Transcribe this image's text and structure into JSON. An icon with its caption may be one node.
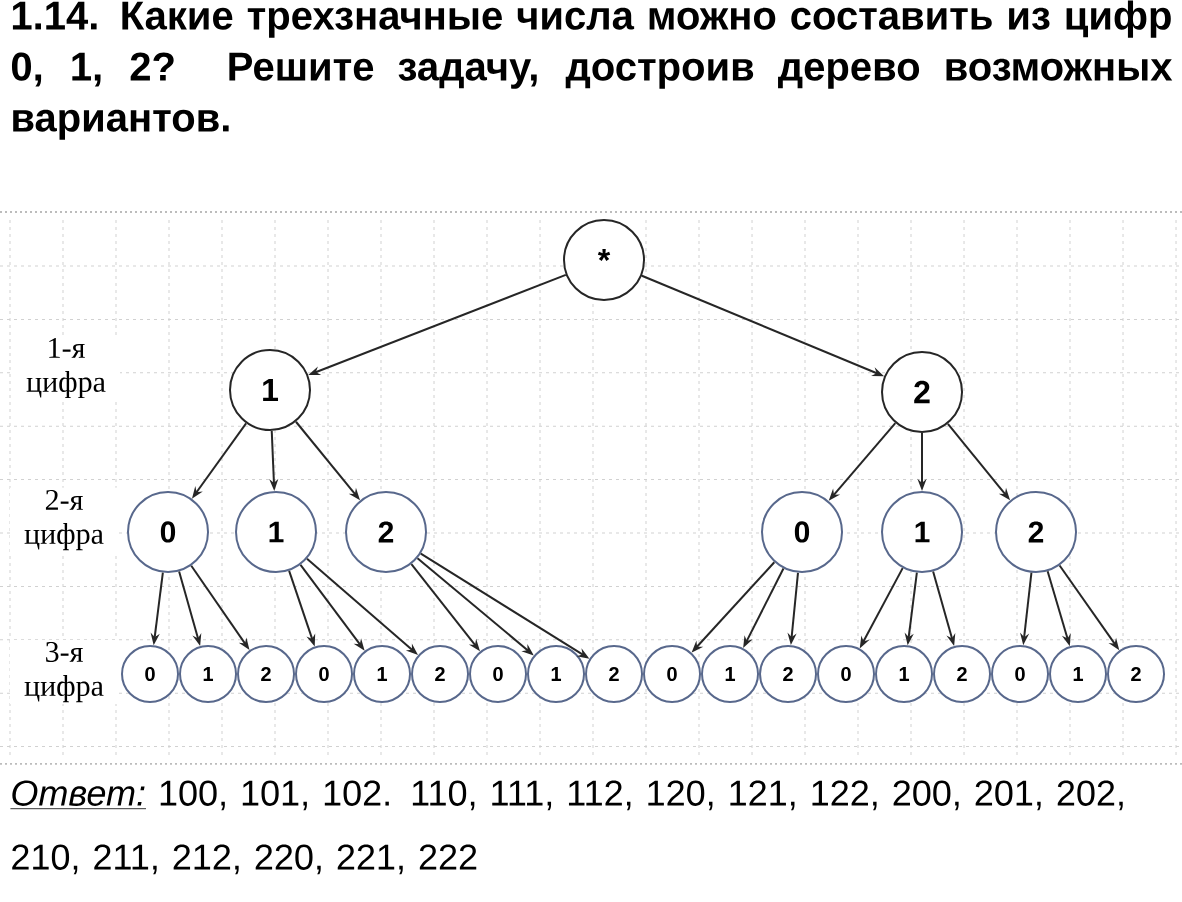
{
  "diagram": {
    "title": "1.14. Какие трехзначные числа можно составить из цифр 0, 1, 2? Решите задачу, достроив дерево возможных вариантов.",
    "nodes": [
      {
        "text": [
          "*"
        ]
      },
      {
        "text": [
          "1"
        ]
      },
      {
        "text": [
          "2"
        ]
      },
      {
        "text": [
          "0"
        ]
      },
      {
        "text": [
          "1"
        ]
      },
      {
        "text": [
          "2"
        ]
      },
      {
        "text": [
          "0"
        ]
      },
      {
        "text": [
          "1"
        ]
      },
      {
        "text": [
          "2"
        ]
      },
      {
        "text": [
          "0"
        ]
      },
      {
        "text": [
          "1"
        ]
      },
      {
        "text": [
          "2"
        ]
      },
      {
        "text": [
          "0"
        ]
      },
      {
        "text": [
          "1"
        ]
      },
      {
        "text": [
          "2"
        ]
      },
      {
        "text": [
          "0"
        ]
      },
      {
        "text": [
          "1"
        ]
      },
      {
        "text": [
          "2"
        ]
      },
      {
        "text": [
          "0"
        ]
      },
      {
        "text": [
          "1"
        ]
      },
      {
        "text": [
          "2"
        ]
      },
      {
        "text": [
          "0"
        ]
      },
      {
        "text": [
          "1"
        ]
      },
      {
        "text": [
          "2"
        ]
      },
      {
        "text": [
          "0"
        ]
      },
      {
        "text": [
          "1"
        ]
      },
      {
        "text": [
          "2"
        ]
      }
    ],
    "edges": [
      {
        "from": 0,
        "to": 1,
        "arrow": "to"
      },
      {
        "from": 0,
        "to": 2,
        "arrow": "to"
      },
      {
        "from": 1,
        "to": 3,
        "arrow": "to"
      },
      {
        "from": 1,
        "to": 4,
        "arrow": "to"
      },
      {
        "from": 1,
        "to": 5,
        "arrow": "to"
      },
      {
        "from": 2,
        "to": 6,
        "arrow": "to"
      },
      {
        "from": 2,
        "to": 7,
        "arrow": "to"
      },
      {
        "from": 2,
        "to": 8,
        "arrow": "to"
      },
      {
        "from": 3,
        "to": 9,
        "arrow": "to"
      },
      {
        "from": 3,
        "to": 10,
        "arrow": "to"
      },
      {
        "from": 3,
        "to": 11,
        "arrow": "to"
      },
      {
        "from": 4,
        "to": 12,
        "arrow": "to"
      },
      {
        "from": 4,
        "to": 13,
        "arrow": "to"
      },
      {
        "from": 4,
        "to": 14,
        "arrow": "to"
      },
      {
        "from": 5,
        "to": 15,
        "arrow": "to"
      },
      {
        "from": 5,
        "to": 16,
        "arrow": "to"
      },
      {
        "from": 5,
        "to": 17,
        "arrow": "to"
      },
      {
        "from": 6,
        "to": 18,
        "arrow": "to"
      },
      {
        "from": 6,
        "to": 19,
        "arrow": "to"
      },
      {
        "from": 6,
        "to": 20,
        "arrow": "to"
      },
      {
        "from": 7,
        "to": 21,
        "arrow": "to"
      },
      {
        "from": 7,
        "to": 22,
        "arrow": "to"
      },
      {
        "from": 7,
        "to": 23,
        "arrow": "to"
      },
      {
        "from": 8,
        "to": 24,
        "arrow": "to"
      },
      {
        "from": 8,
        "to": 25,
        "arrow": "to"
      },
      {
        "from": 8,
        "to": 26,
        "arrow": "to"
      }
    ],
    "labels": [
      "1-я цифра",
      "2-я цифра",
      "3-я цифра",
      "Ответ:",
      "100, 101, 102. 110, 111, 112, 120, 121, 122, 200, 201, 202, 210, 211, 212, 220, 221, 222"
    ]
  }
}
